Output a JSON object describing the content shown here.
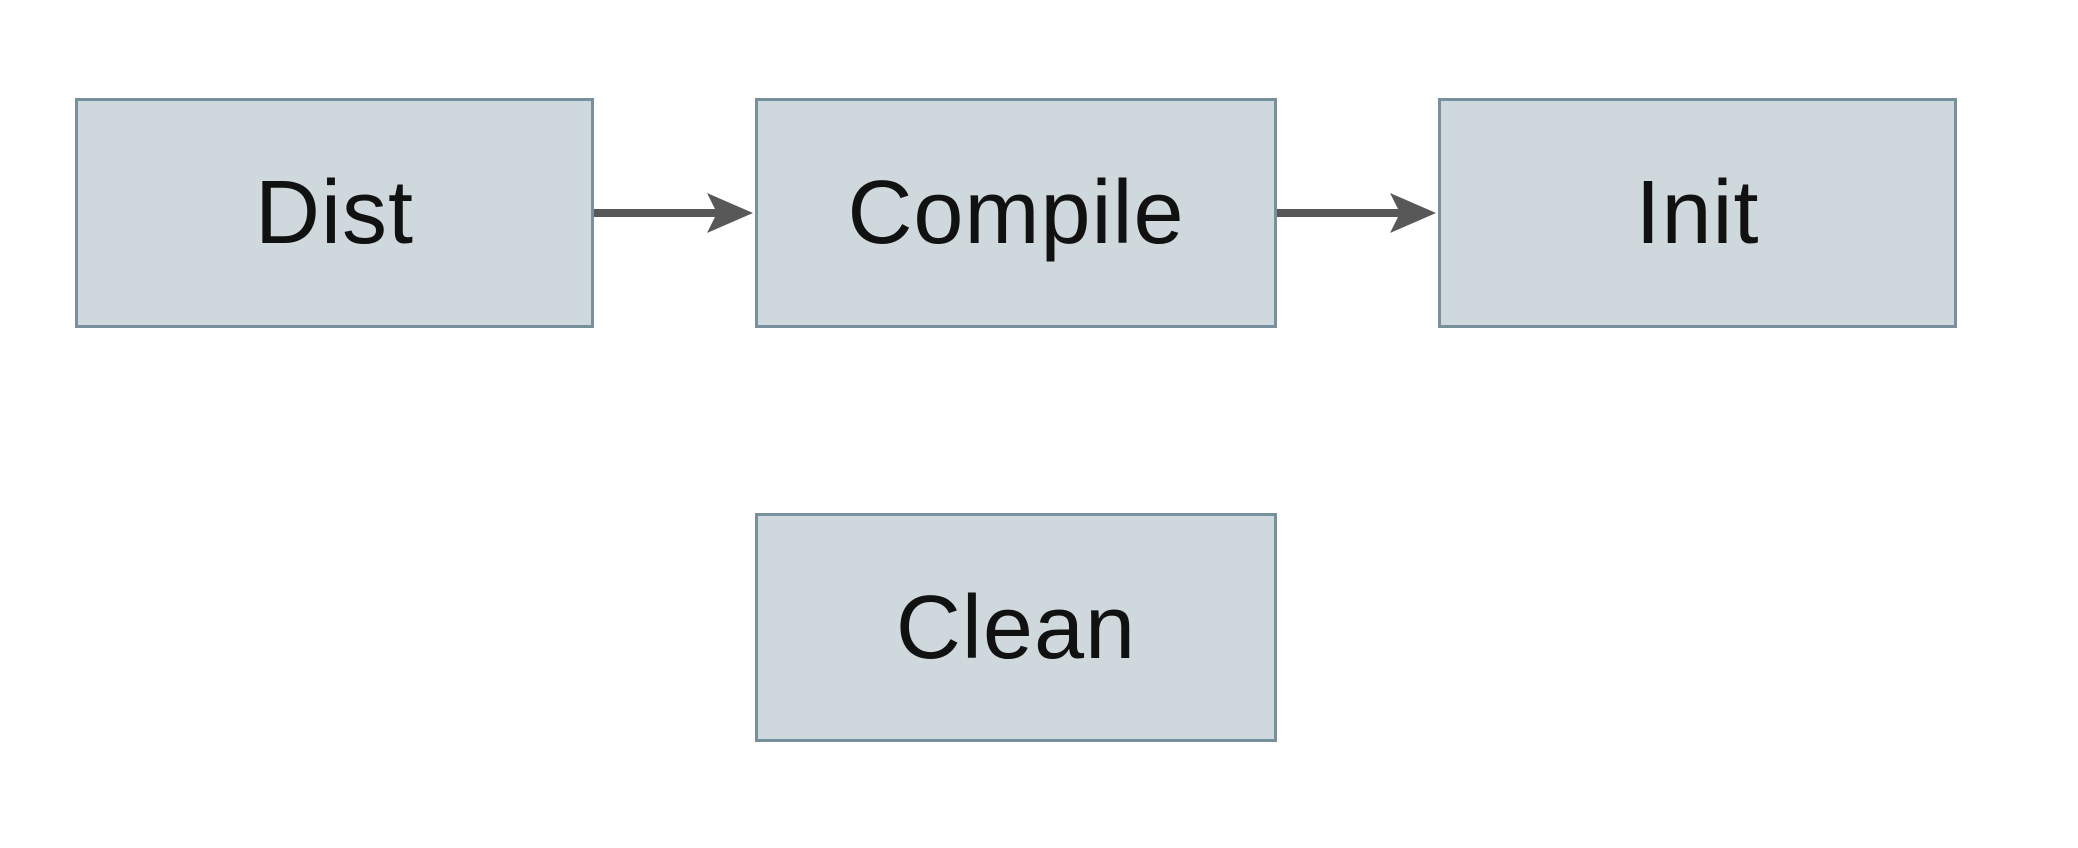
{
  "diagram": {
    "type": "flowchart",
    "nodes": {
      "dist": {
        "label": "Dist"
      },
      "compile": {
        "label": "Compile"
      },
      "init": {
        "label": "Init"
      },
      "clean": {
        "label": "Clean"
      }
    },
    "edges": [
      {
        "from": "Dist",
        "to": "Compile",
        "style": "arrow-right"
      },
      {
        "from": "Compile",
        "to": "Init",
        "style": "arrow-right"
      }
    ],
    "colors": {
      "node_fill": "#cfd8dc",
      "node_border": "#78909c",
      "arrow": "#585858",
      "text": "#111111",
      "background": "#ffffff"
    }
  }
}
